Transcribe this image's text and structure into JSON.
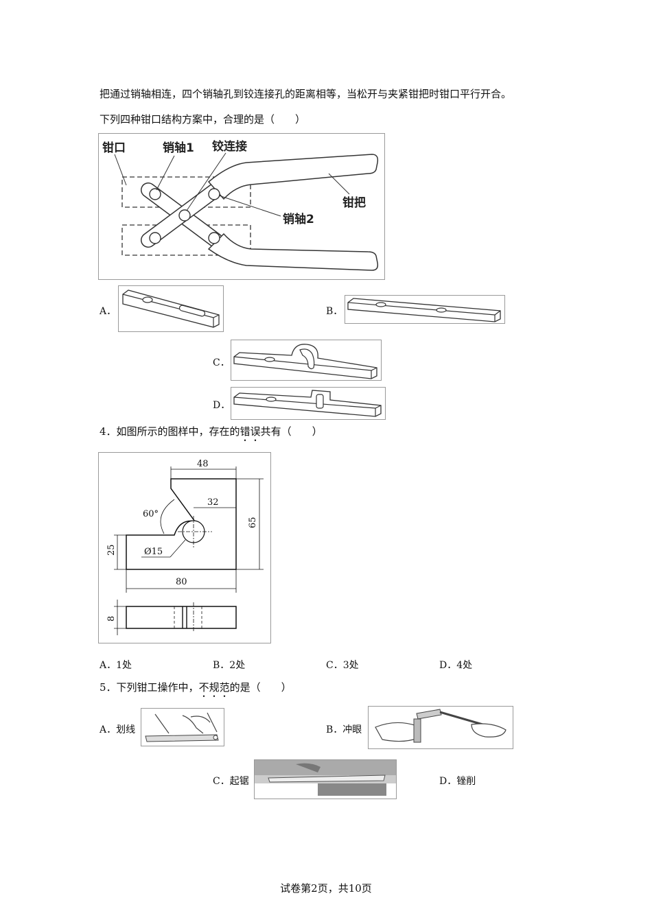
{
  "q3": {
    "intro_line": "把通过销轴相连，四个销轴孔到铰连接孔的距离相等，当松开与夹紧钳把时钳口平行开合。",
    "question": "下列四种钳口结构方案中，合理的是（　　）",
    "figure_labels": {
      "jaw": "钳口",
      "pin1": "销轴1",
      "hinge": "铰连接",
      "handle": "钳把",
      "pin2": "销轴2"
    },
    "options": [
      {
        "letter": "A．"
      },
      {
        "letter": "B．"
      },
      {
        "letter": "C．"
      },
      {
        "letter": "D．"
      }
    ]
  },
  "q4": {
    "number": "4．",
    "text_before": "如图所示的图样中，存在的",
    "text_emph": "错误",
    "text_after": "共有（　　）",
    "dims": {
      "top_width": "48",
      "offset": "32",
      "angle": "60°",
      "height": "65",
      "left_height": "25",
      "diameter": "Ø15",
      "total_width": "80",
      "thickness": "8"
    },
    "options": [
      {
        "letter": "A．",
        "text": "1处"
      },
      {
        "letter": "B．",
        "text": "2处"
      },
      {
        "letter": "C．",
        "text": "3处"
      },
      {
        "letter": "D．",
        "text": "4处"
      }
    ]
  },
  "q5": {
    "number": "5．",
    "text_before": "下列钳工操作中，",
    "text_emph": "不规范",
    "text_after": "的是（　　）",
    "options": [
      {
        "letter": "A．",
        "text": "划线"
      },
      {
        "letter": "B．",
        "text": "冲眼"
      },
      {
        "letter": "C．",
        "text": "起锯"
      },
      {
        "letter": "D．",
        "text": "锉削"
      }
    ]
  },
  "footer": "试卷第2页，共10页"
}
